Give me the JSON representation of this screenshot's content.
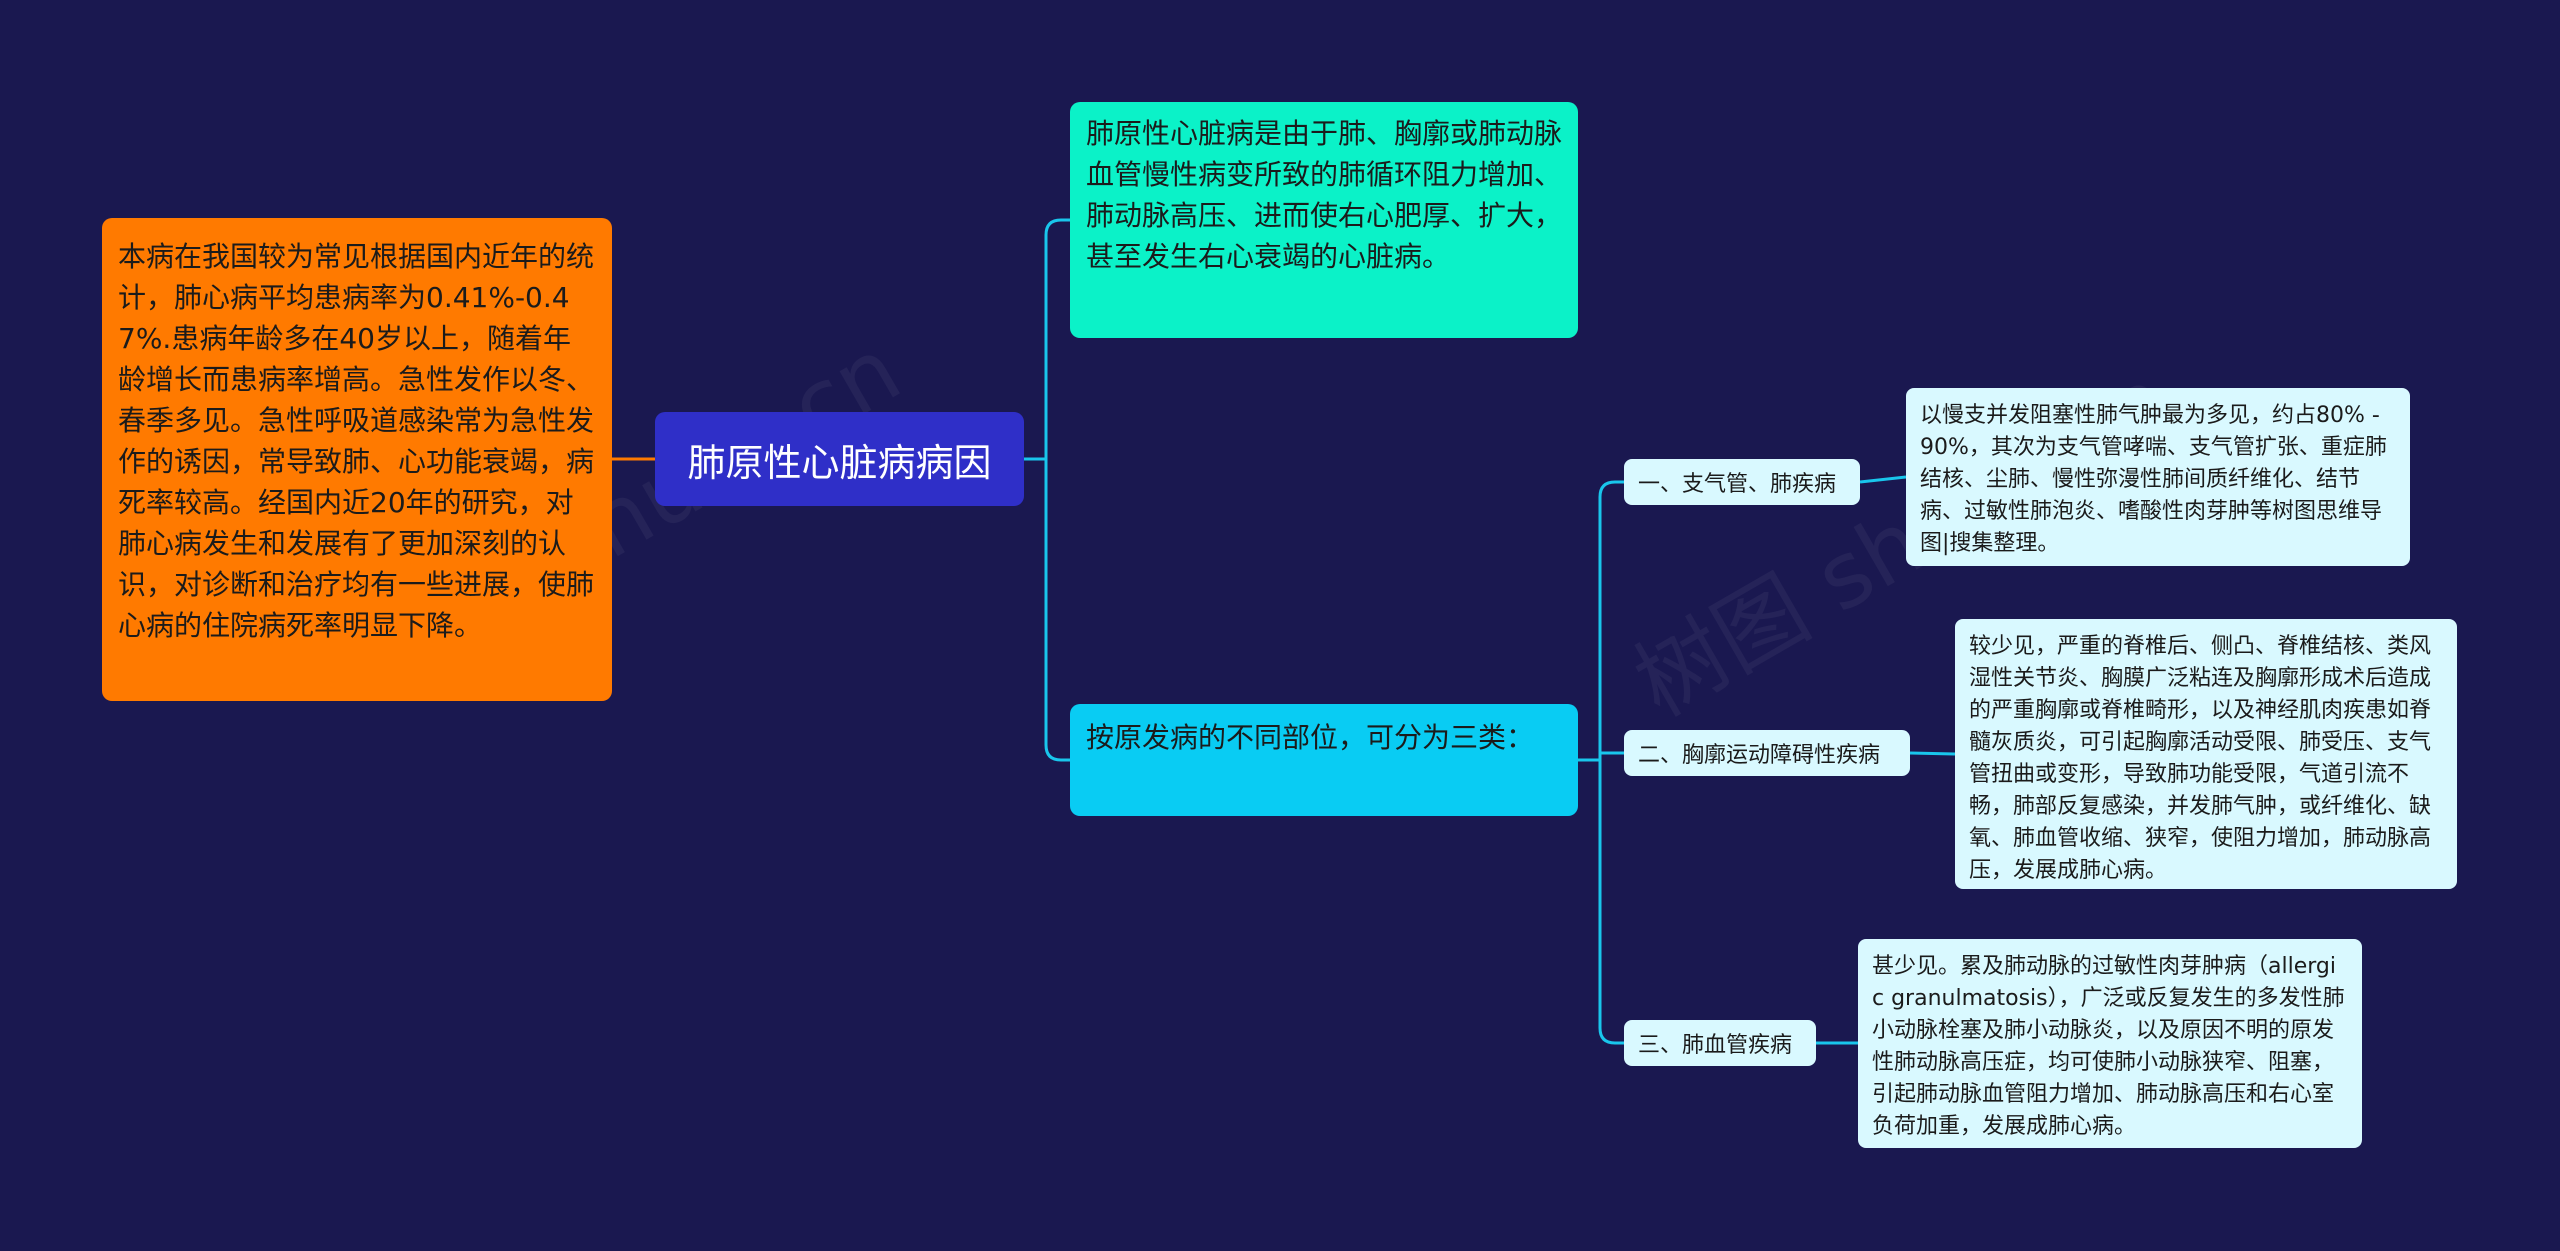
{
  "mindmap": {
    "root": "肺原性心脏病病因",
    "left_note": "本病在我国较为常见根据国内近年的统计，肺心病平均患病率为0.41%-0.47%.患病年龄多在40岁以上，随着年龄增长而患病率增高。急性发作以冬、春季多见。急性呼吸道感染常为急性发作的诱因，常导致肺、心功能衰竭，病死率较高。经国内近20年的研究，对肺心病发生和发展有了更加深刻的认识，对诊断和治疗均有一些进展，使肺心病的住院病死率明显下降。",
    "definition": "肺原性心脏病是由于肺、胸廓或肺动脉血管慢性病变所致的肺循环阻力增加、肺动脉高压、进而使右心肥厚、扩大，甚至发生右心衰竭的心脏病。",
    "classification": "按原发病的不同部位，可分为三类：",
    "categories": [
      {
        "label": "一、支气管、肺疾病",
        "detail": "以慢支并发阻塞性肺气肿最为多见，约占80% - 90%，其次为支气管哮喘、支气管扩张、重症肺结核、尘肺、慢性弥漫性肺间质纤维化、结节病、过敏性肺泡炎、嗜酸性肉芽肿等树图思维导图|搜集整理。"
      },
      {
        "label": "二、胸廓运动障碍性疾病",
        "detail": "较少见，严重的脊椎后、侧凸、脊椎结核、类风湿性关节炎、胸膜广泛粘连及胸廓形成术后造成的严重胸廓或脊椎畸形，以及神经肌肉疾患如脊髓灰质炎，可引起胸廓活动受限、肺受压、支气管扭曲或变形，导致肺功能受限，气道引流不畅，肺部反复感染，并发肺气肿，或纤维化、缺氧、肺血管收缩、狭窄，使阻力增加，肺动脉高压，发展成肺心病。"
      },
      {
        "label": "三、肺血管疾病",
        "detail": "甚少见。累及肺动脉的过敏性肉芽肿病（allergic granulmatosis），广泛或反复发生的多发性肺小动脉栓塞及肺小动脉炎，以及原因不明的原发性肺动脉高压症，均可使肺小动脉狭窄、阻塞，引起肺动脉血管阻力增加、肺动脉高压和右心室负荷加重，发展成肺心病。"
      }
    ]
  },
  "watermark": [
    "树图 shutu.cn",
    "树图 shutu.cn"
  ],
  "colors": {
    "background": "#1a1850",
    "root": "#2f2fc8",
    "left_note": "#ff7a00",
    "definition": "#0bf2c8",
    "classification": "#09ccf3",
    "leaf": "#d9f9ff",
    "left_link": "#ff7a00",
    "right_link": "#19c6ec"
  }
}
